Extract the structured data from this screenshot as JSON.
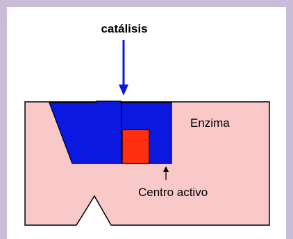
{
  "diagram": {
    "catalysis_label": "catálisis",
    "enzyme_label": "Enzima",
    "active_site_label": "Centro activo"
  },
  "colors": {
    "frame": "#c8bcd8",
    "enzyme": "#f9c8c8",
    "substrate": "#0a18e0",
    "active_site": "#ff3010",
    "outline": "#000000"
  }
}
